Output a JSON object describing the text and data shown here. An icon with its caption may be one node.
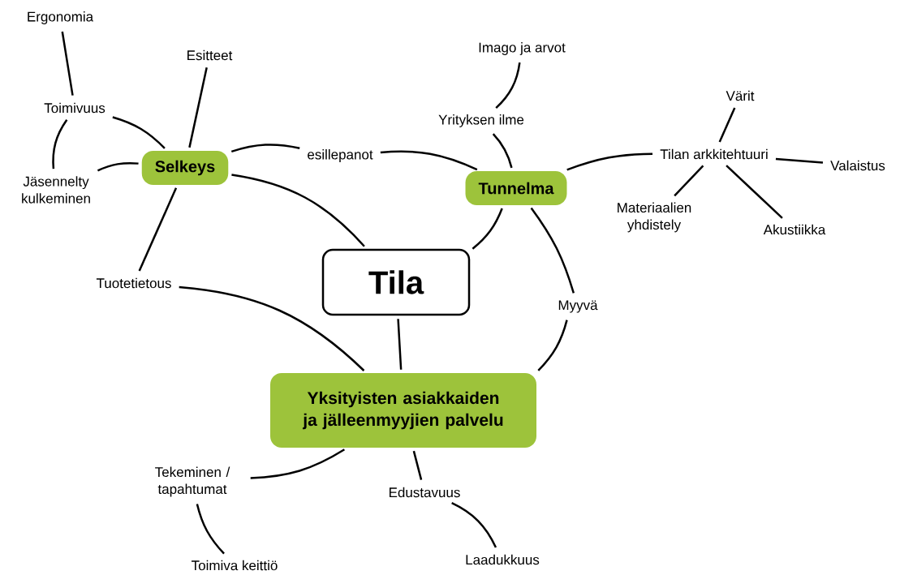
{
  "diagram": {
    "nodes": [
      {
        "text": [
          "Tila"
        ]
      },
      {
        "text": [
          "Selkeys"
        ]
      },
      {
        "text": [
          "Tunnelma"
        ]
      },
      {
        "text": [
          "Yksityisten asiakkaiden ja jälleenmyyjien palvelu"
        ]
      },
      {
        "text": [
          "Ergonomia"
        ]
      },
      {
        "text": [
          "Esitteet"
        ]
      },
      {
        "text": [
          "Imago ja arvot"
        ]
      },
      {
        "text": [
          "Toimivuus"
        ]
      },
      {
        "text": [
          "Värit"
        ]
      },
      {
        "text": [
          "Yrityksen ilme"
        ]
      },
      {
        "text": [
          "esillepanot"
        ]
      },
      {
        "text": [
          "Tilan arkkitehtuuri"
        ]
      },
      {
        "text": [
          "Valaistus"
        ]
      },
      {
        "text": [
          "Jäsennelty kulkeminen"
        ]
      },
      {
        "text": [
          "Materiaalien yhdistely"
        ]
      },
      {
        "text": [
          "Akustiikka"
        ]
      },
      {
        "text": [
          "Tuotetietous"
        ]
      },
      {
        "text": [
          "Myyvä"
        ]
      },
      {
        "text": [
          "Tekeminen / tapahtumat"
        ]
      },
      {
        "text": [
          "Edustavuus"
        ]
      },
      {
        "text": [
          "Toimiva keittiö"
        ]
      },
      {
        "text": [
          "Laadukkuus"
        ]
      }
    ],
    "edges": [
      {
        "from": 4,
        "to": 7,
        "arrow": "none"
      },
      {
        "from": 7,
        "to": 1,
        "arrow": "none"
      },
      {
        "from": 7,
        "to": 13,
        "arrow": "none"
      },
      {
        "from": 13,
        "to": 1,
        "arrow": "none"
      },
      {
        "from": 5,
        "to": 1,
        "arrow": "none"
      },
      {
        "from": 1,
        "to": 10,
        "arrow": "none"
      },
      {
        "from": 10,
        "to": 2,
        "arrow": "none"
      },
      {
        "from": 1,
        "to": 0,
        "arrow": "none"
      },
      {
        "from": 1,
        "to": 16,
        "arrow": "none"
      },
      {
        "from": 16,
        "to": 3,
        "arrow": "none"
      },
      {
        "from": 2,
        "to": 9,
        "arrow": "none"
      },
      {
        "from": 9,
        "to": 6,
        "arrow": "none"
      },
      {
        "from": 2,
        "to": 11,
        "arrow": "none"
      },
      {
        "from": 11,
        "to": 8,
        "arrow": "none"
      },
      {
        "from": 11,
        "to": 12,
        "arrow": "none"
      },
      {
        "from": 11,
        "to": 14,
        "arrow": "none"
      },
      {
        "from": 11,
        "to": 15,
        "arrow": "none"
      },
      {
        "from": 2,
        "to": 0,
        "arrow": "none"
      },
      {
        "from": 2,
        "to": 17,
        "arrow": "none"
      },
      {
        "from": 17,
        "to": 3,
        "arrow": "none"
      },
      {
        "from": 0,
        "to": 3,
        "arrow": "none"
      },
      {
        "from": 3,
        "to": 18,
        "arrow": "none"
      },
      {
        "from": 18,
        "to": 20,
        "arrow": "none"
      },
      {
        "from": 3,
        "to": 19,
        "arrow": "none"
      },
      {
        "from": 19,
        "to": 21,
        "arrow": "none"
      }
    ]
  }
}
